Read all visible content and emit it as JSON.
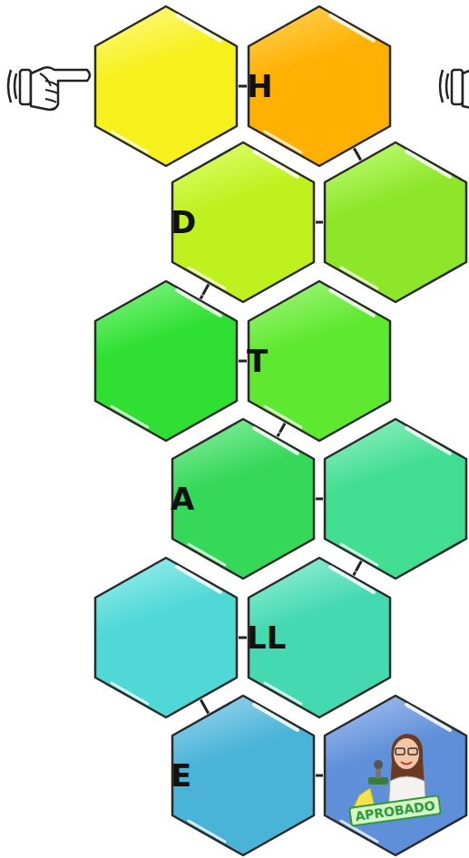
{
  "diagram": {
    "nodes": [
      {
        "text": []
      },
      {
        "text": [
          "H"
        ]
      },
      {
        "text": [
          "D"
        ]
      },
      {
        "text": []
      },
      {
        "text": []
      },
      {
        "text": [
          "T"
        ]
      },
      {
        "text": [
          "A"
        ]
      },
      {
        "text": []
      },
      {
        "text": []
      },
      {
        "text": [
          "LL"
        ]
      },
      {
        "text": [
          "E"
        ]
      },
      {
        "text": [
          "APROBADO"
        ]
      }
    ],
    "edges": [
      {
        "from": 0,
        "to": 1,
        "arrow": "none"
      },
      {
        "from": 1,
        "to": 3,
        "arrow": "none"
      },
      {
        "from": 3,
        "to": 2,
        "arrow": "none"
      },
      {
        "from": 2,
        "to": 4,
        "arrow": "none"
      },
      {
        "from": 4,
        "to": 5,
        "arrow": "none"
      },
      {
        "from": 5,
        "to": 6,
        "arrow": "none"
      },
      {
        "from": 6,
        "to": 7,
        "arrow": "none"
      },
      {
        "from": 7,
        "to": 9,
        "arrow": "none"
      },
      {
        "from": 9,
        "to": 8,
        "arrow": "none"
      },
      {
        "from": 8,
        "to": 10,
        "arrow": "none"
      },
      {
        "from": 10,
        "to": 11,
        "arrow": "none"
      }
    ]
  }
}
